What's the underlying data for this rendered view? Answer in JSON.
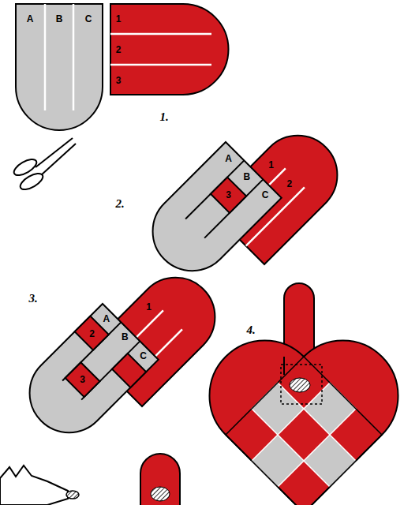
{
  "diagram": {
    "labels": [
      "A",
      "B",
      "C",
      "1",
      "2",
      "3",
      "1.",
      "2.",
      "A",
      "1",
      "2",
      "3",
      "B",
      "C",
      "3.",
      "A",
      "1",
      "2",
      "B",
      "3",
      "C",
      "4."
    ]
  }
}
